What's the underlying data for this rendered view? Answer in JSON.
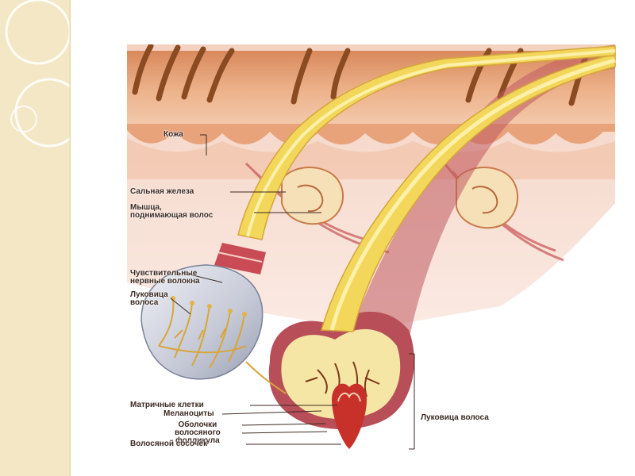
{
  "labels": {
    "skin": "Кожа",
    "sebaceous_gland": "Сальная железа",
    "muscle_line1": "Мышца,",
    "muscle_line2": "поднимающая волос",
    "nerve_line1": "Чувствительные",
    "nerve_line2": "нервные волокна",
    "bulb_left_line1": "Луковица",
    "bulb_left_line2": "волоса",
    "matrix_cells": "Матричные клетки",
    "melanocytes": "Меланоциты",
    "sheaths_line1": "Оболочки",
    "sheaths_line2": "волосяного",
    "sheaths_line3": "фолликула",
    "papilla": "Волосяной сосочек",
    "bulb_right": "Луковица волоса"
  },
  "colors": {
    "side_band": "#f3e7c6",
    "hair_shaft": "#f2d75a",
    "hair_core": "#fff4b8",
    "follicle_wall": "#b8505a",
    "dermis": "#f1c9b8",
    "epidermis": "#e9b08a",
    "hair_brown": "#8a4a22",
    "nerve_bulb": "#c9ccd6"
  }
}
